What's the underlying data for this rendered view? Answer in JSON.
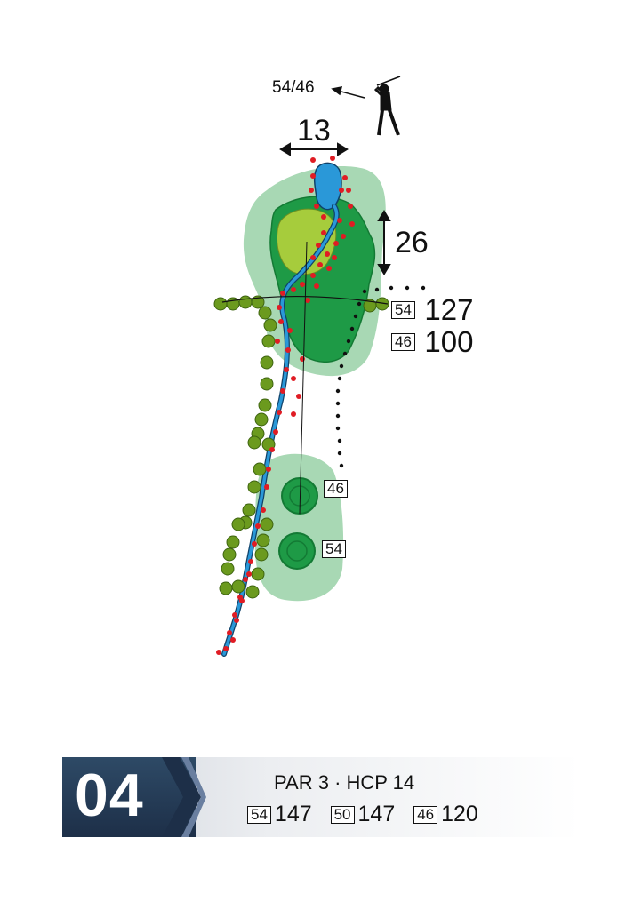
{
  "map": {
    "player_tees": "54/46",
    "green_width": "13",
    "green_depth": "26",
    "layup": [
      {
        "tee": "54",
        "dist": "127"
      },
      {
        "tee": "46",
        "dist": "100"
      }
    ],
    "tee_markers": [
      "46",
      "54"
    ],
    "colors": {
      "rough": "#a8d8b4",
      "fairway": "#1e9a46",
      "green": "#a6cc3c",
      "water": "#2a98d8",
      "hazard_dots": "#e01c24",
      "trees": "#6b9a1e",
      "footer_plate": "#1d2f48"
    },
    "icons": [
      "golfer-icon",
      "tree-icon"
    ]
  },
  "footer": {
    "hole": "04",
    "par_hcp": "PAR 3 · HCP 14",
    "tees": [
      {
        "box": "54",
        "dist": "147"
      },
      {
        "box": "50",
        "dist": "147"
      },
      {
        "box": "46",
        "dist": "120"
      }
    ]
  }
}
